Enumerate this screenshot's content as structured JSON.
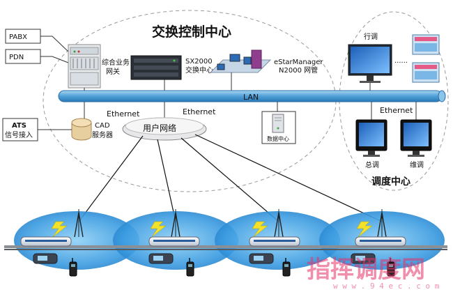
{
  "labels": {
    "center_title": "交换控制中心",
    "dispatch_title": "调度中心",
    "pabx": "PABX",
    "pdn": "PDN",
    "gateway_1": "综合业务",
    "gateway_2": "网关",
    "sx2000_1": "SX2000",
    "sx2000_2": "交换中心",
    "estar_1": "eStarManager",
    "estar_2": "N2000 网管",
    "lan": "LAN",
    "ethernet_left": "Ethernet",
    "ethernet_mid": "Ethernet",
    "ethernet_right": "Ethernet",
    "ats_1": "ATS",
    "ats_2": "信号接入",
    "cad_1": "CAD",
    "cad_2": "服务器",
    "user_network": "用户网络",
    "data_center": "数据中心",
    "xingdiao": "行调",
    "ellipsis": "......",
    "zongdiao": "总调",
    "weidiao": "维调",
    "watermark_cn": "指挥调度网",
    "watermark_url": "w w w . 9 4 e c . c o m"
  },
  "colors": {
    "lan_bar": "#5aa6d8",
    "cell": "#2e8fd6",
    "watermark": "#e6336a"
  }
}
